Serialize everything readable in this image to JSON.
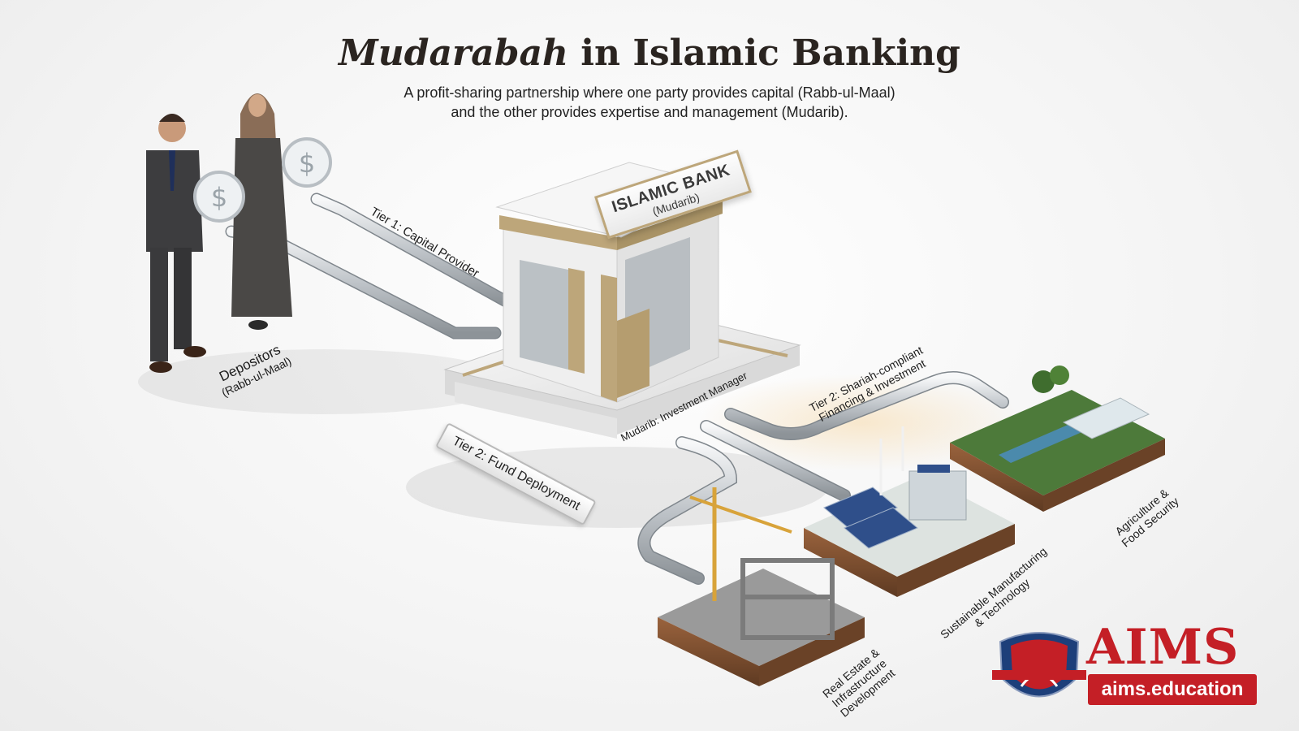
{
  "header": {
    "title_italic": "Mudarabah",
    "title_rest": " in Islamic Banking",
    "subtitle_line1": "A profit-sharing partnership where one party provides capital (Rabb-ul-Maal)",
    "subtitle_line2": "and the other provides expertise and management (Mudarib)."
  },
  "depositors": {
    "label": "Depositors",
    "sub": "(Rabb-ul-Maal)",
    "coin_symbol": "$"
  },
  "tier1": {
    "label": "Tier 1: Capital Provider"
  },
  "bank": {
    "sign_line1": "ISLAMIC BANK",
    "sign_line2": "(Mudarib)",
    "base_label": "Mudarib: Investment Manager",
    "plaque": "Tier 2: Fund Deployment"
  },
  "tier2": {
    "line1": "Tier 2: Shariah-compliant",
    "line2": "Financing & Investment"
  },
  "sectors": [
    {
      "line1": "Agriculture &",
      "line2": "Food Security"
    },
    {
      "line1": "Sustainable Manufacturing",
      "line2": "& Technology"
    },
    {
      "line1": "Real Estate &",
      "line2": "Infrastructure",
      "line3": "Development"
    }
  ],
  "logo": {
    "word": "AIMS",
    "url": "aims.education",
    "colors": {
      "red": "#c41f26",
      "navy": "#1d3f7a"
    }
  },
  "colors": {
    "gold": "#bda67a",
    "marble": "#efefef",
    "pipe": "#c9ced3",
    "wood": "#7a4a2c"
  }
}
